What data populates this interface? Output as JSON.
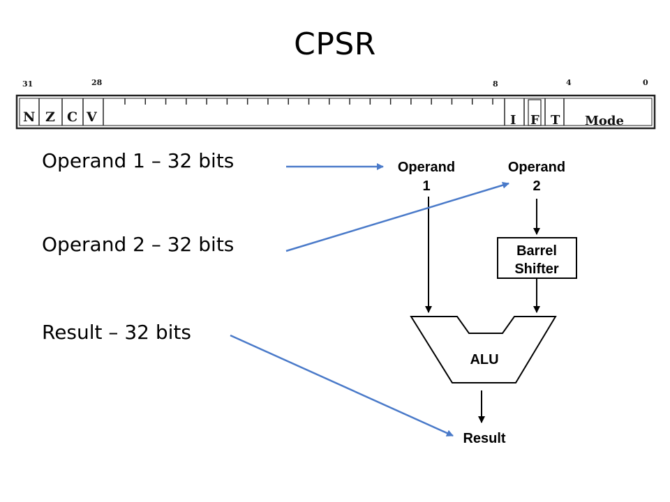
{
  "title": "CPSR",
  "register": {
    "bit_numbers": {
      "b31": "31",
      "b28": "28",
      "b8": "8",
      "b4": "4",
      "b0": "0"
    },
    "flags": [
      "N",
      "Z",
      "C",
      "V"
    ],
    "control": [
      "I",
      "F",
      "T"
    ],
    "mode_label": "Mode"
  },
  "bullets": {
    "operand1": "Operand 1 – 32 bits",
    "operand2": "Operand 2 – 32 bits",
    "result": "Result – 32 bits"
  },
  "diagram": {
    "operand1_line1": "Operand",
    "operand1_line2": "1",
    "operand2_line1": "Operand",
    "operand2_line2": "2",
    "barrel_line1": "Barrel",
    "barrel_line2": "Shifter",
    "alu": "ALU",
    "result": "Result"
  },
  "colors": {
    "arrow_blue": "#4a7ac9",
    "line_black": "#000000"
  }
}
